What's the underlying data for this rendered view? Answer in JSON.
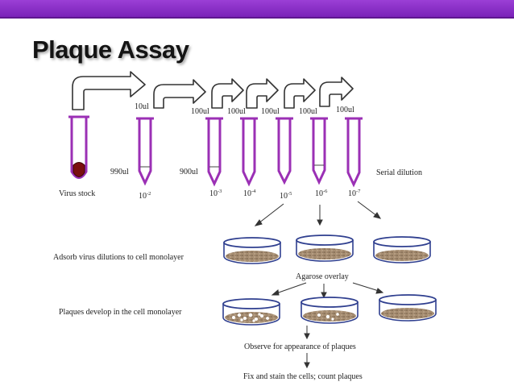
{
  "slide": {
    "title": "Plaque Assay",
    "accent_color": "#8b2fc9",
    "tube_color": "#9b30b5"
  },
  "dilution": {
    "transfer_volumes": [
      "10ul",
      "100ul",
      "100ul",
      "100ul",
      "100ul",
      "100ul"
    ],
    "diluent_volumes": [
      "990ul",
      "900ul"
    ],
    "tube_labels": [
      {
        "base": "10",
        "exp": "-2"
      },
      {
        "base": "10",
        "exp": "-3"
      },
      {
        "base": "10",
        "exp": "-4"
      },
      {
        "base": "10",
        "exp": "-5"
      },
      {
        "base": "10",
        "exp": "-6"
      },
      {
        "base": "10",
        "exp": "-7"
      }
    ],
    "stock_label": "Virus stock",
    "series_label": "Serial dilution"
  },
  "steps": {
    "adsorb": "Adsorb virus dilutions to cell monolayer",
    "overlay": "Agarose overlay",
    "plaques": "Plaques develop in the cell monolayer",
    "observe": "Observe for appearance of plaques",
    "fix": "Fix and stain the cells; count plaques"
  }
}
